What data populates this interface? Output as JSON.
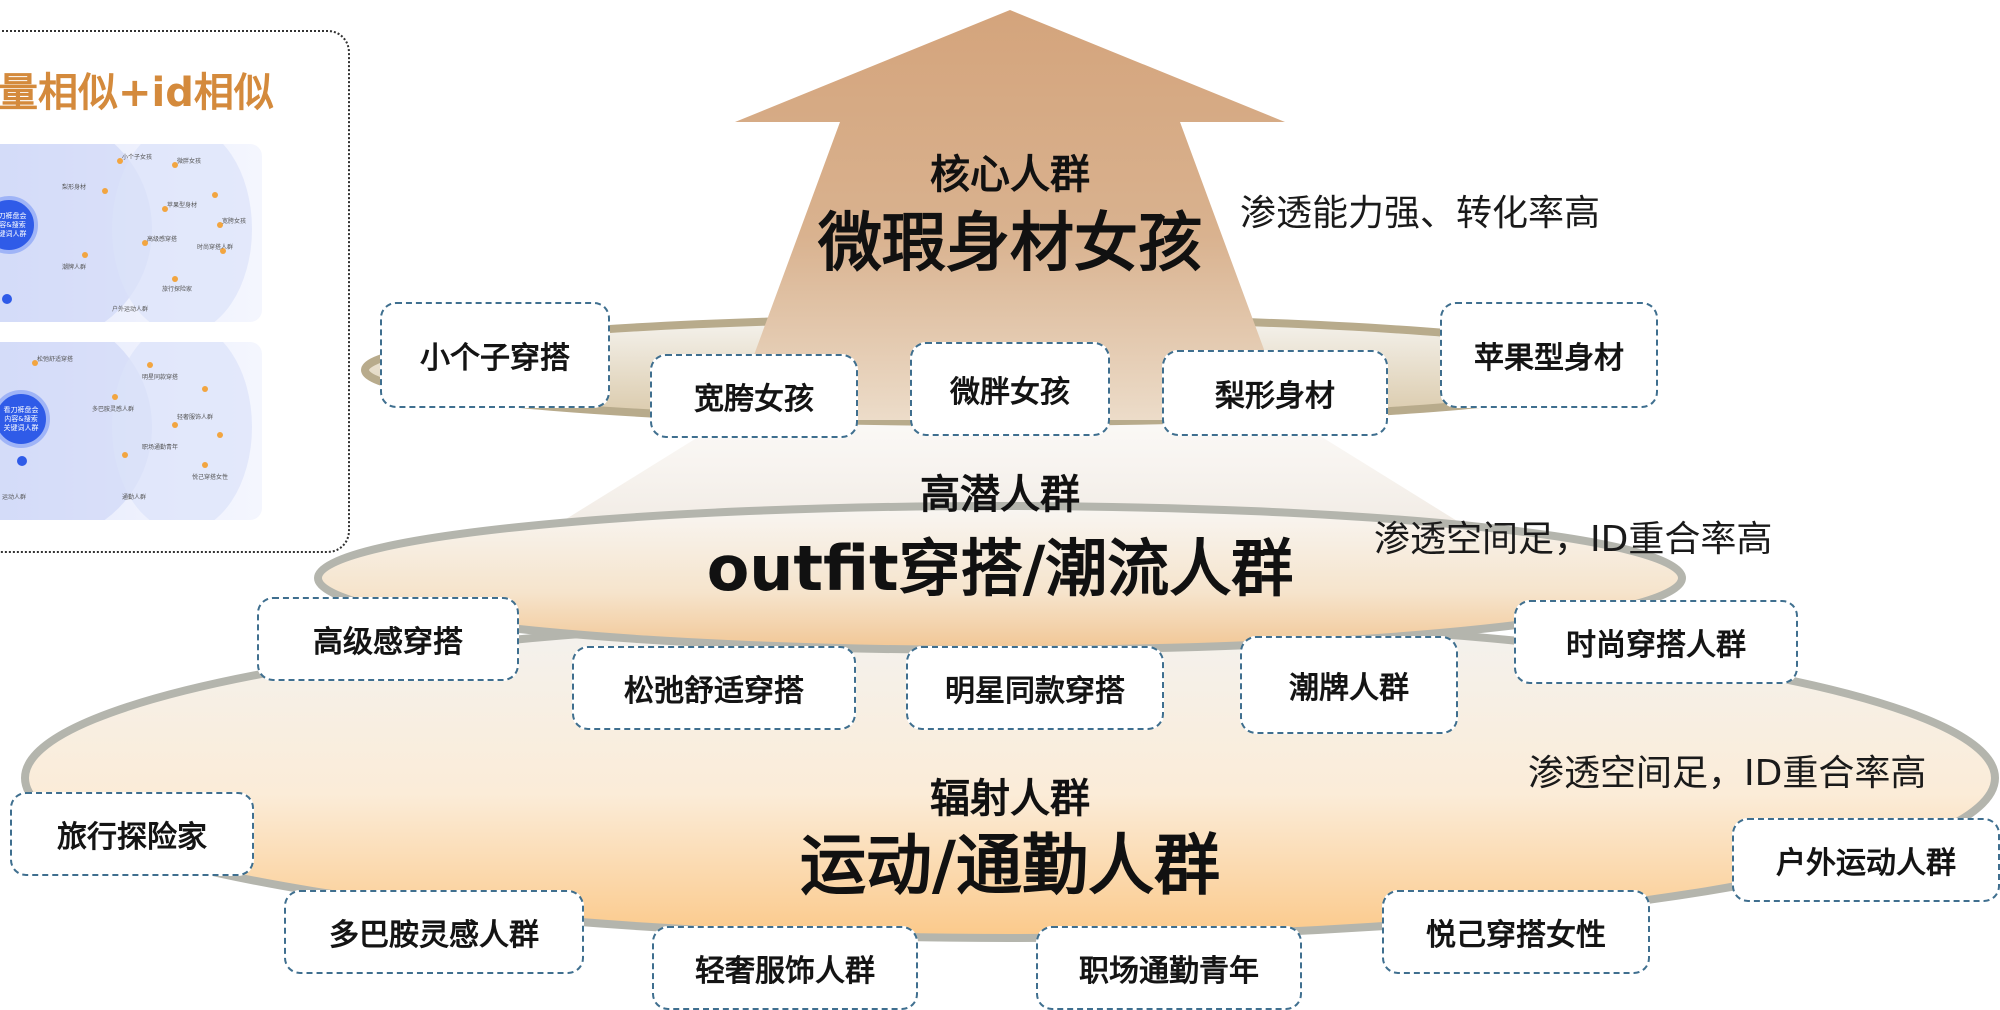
{
  "left_panel": {
    "title": "量相似+id相似",
    "network_a": {
      "hub": "看刀裤盘会内容&搜索关键词人群",
      "nodes": [
        "小个子女孩",
        "微胖女孩",
        "梨形身材",
        "苹果型身材",
        "宽胯女孩",
        "高级感穿搭",
        "时尚穿搭人群",
        "潮牌人群",
        "旅行探险家",
        "户外运动人群"
      ]
    },
    "network_b": {
      "hub": "看刀裤盘会内容&搜索关键词人群",
      "nodes": [
        "松弛舒适穿搭",
        "明星同款穿搭",
        "多巴胺灵感人群",
        "轻奢服饰人群",
        "职场通勤青年",
        "悦己穿搭女性",
        "运动人群",
        "通勤人群"
      ]
    }
  },
  "tiers": {
    "core": {
      "heading": "核心人群",
      "title": "微瑕身材女孩",
      "note": "渗透能力强、转化率高"
    },
    "potential": {
      "heading": "高潜人群",
      "title": "outfit穿搭/潮流人群",
      "note": "渗透空间足，ID重合率高"
    },
    "radiate": {
      "heading": "辐射人群",
      "title": "运动/通勤人群",
      "note": "渗透空间足，ID重合率高"
    }
  },
  "tags": {
    "core": [
      "小个子穿搭",
      "宽胯女孩",
      "微胖女孩",
      "梨形身材",
      "苹果型身材"
    ],
    "potential": [
      "高级感穿搭",
      "松弛舒适穿搭",
      "明星同款穿搭",
      "潮牌人群",
      "时尚穿搭人群"
    ],
    "radiate": [
      "旅行探险家",
      "户外运动人群",
      "多巴胺灵感人群",
      "轻奢服饰人群",
      "职场通勤青年",
      "悦己穿搭女性"
    ]
  },
  "colors": {
    "arrow": "#d6aa84",
    "disc_orange": "#f8cc92",
    "disc_rim": "#b4b5ad",
    "tag_border": "#3f6f8f"
  }
}
